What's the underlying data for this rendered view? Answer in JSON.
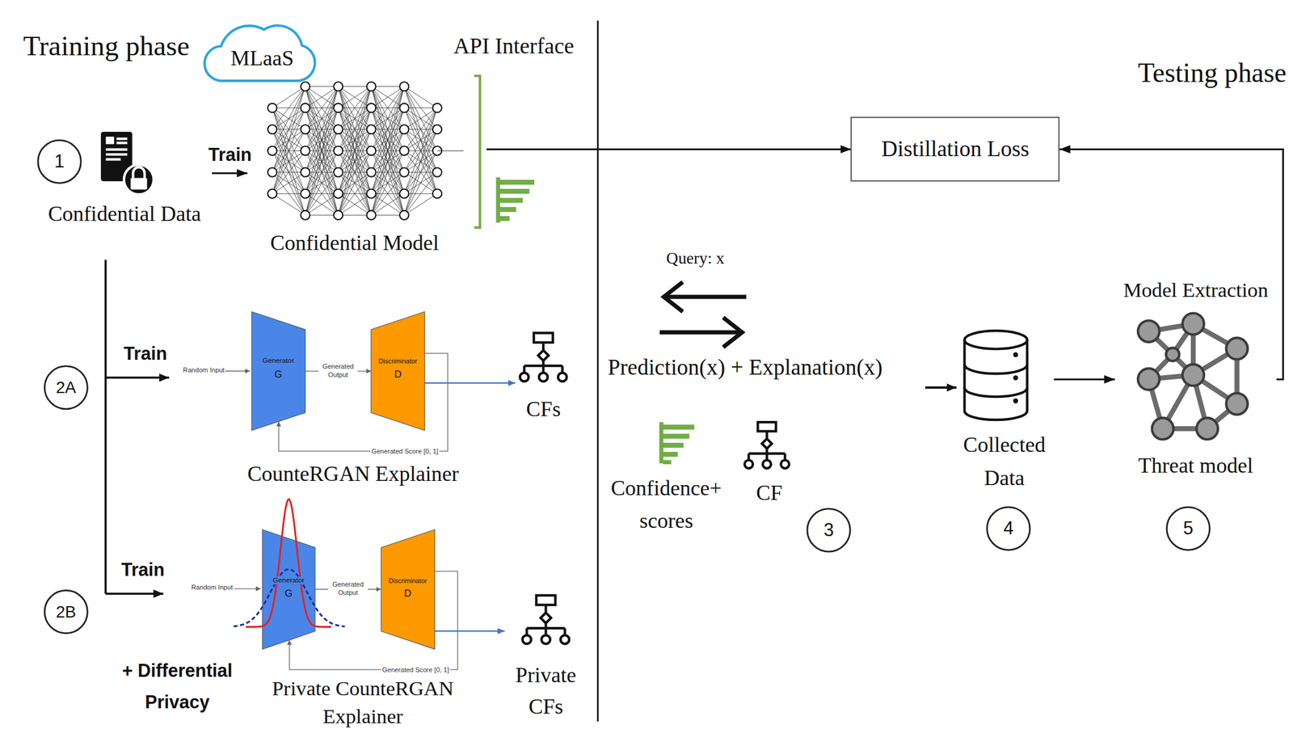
{
  "diagram": {
    "nodes": [
      {
        "text": [
          "Confidential Data"
        ]
      },
      {
        "text": [
          "Confidential Model"
        ]
      },
      {
        "text": [
          "Distillation Loss"
        ]
      },
      {
        "text": [
          "Collected Data"
        ]
      },
      {
        "text": [
          "Model Extraction",
          "Threat model"
        ]
      },
      {
        "text": [
          "Generator",
          "G"
        ]
      },
      {
        "text": [
          "Discriminator",
          "D"
        ]
      },
      {
        "text": [
          "CFs"
        ]
      },
      {
        "text": [
          "Generator",
          "G"
        ]
      },
      {
        "text": [
          "Discriminator",
          "D"
        ]
      },
      {
        "text": [
          "Private CFs"
        ]
      }
    ],
    "edges": [
      {
        "from": 0,
        "to": 1,
        "label": "Train",
        "arrow": "to"
      },
      {
        "from": 1,
        "to": 2,
        "arrow": "to"
      },
      {
        "from": 4,
        "to": 2,
        "arrow": "to"
      },
      {
        "from": 3,
        "to": 4,
        "arrow": "to"
      },
      {
        "from": 5,
        "to": 6,
        "label": "Generated Output",
        "arrow": "to"
      },
      {
        "from": 6,
        "to": 5,
        "label": "Generated Score [0, 1]",
        "arrow": "to"
      },
      {
        "from": 6,
        "to": 7,
        "arrow": "to"
      },
      {
        "from": 8,
        "to": 9,
        "label": "Generated Output",
        "arrow": "to"
      },
      {
        "from": 9,
        "to": 8,
        "label": "Generated Score [0, 1]",
        "arrow": "to"
      },
      {
        "from": 9,
        "to": 10,
        "arrow": "to"
      }
    ],
    "labels": [
      "Training phase",
      "MLaaS",
      "API Interface",
      "Testing phase",
      "1",
      "2A",
      "Train",
      "Random Input",
      "CounteRGAN Explainer",
      "2B",
      "Train",
      "Random Input",
      "+ Differential Privacy",
      "Private CounteRGAN Explainer",
      "Query: x",
      "Prediction(x) + Explanation(x)",
      "Confidence+ scores",
      "CF",
      "3",
      "4",
      "5"
    ]
  }
}
